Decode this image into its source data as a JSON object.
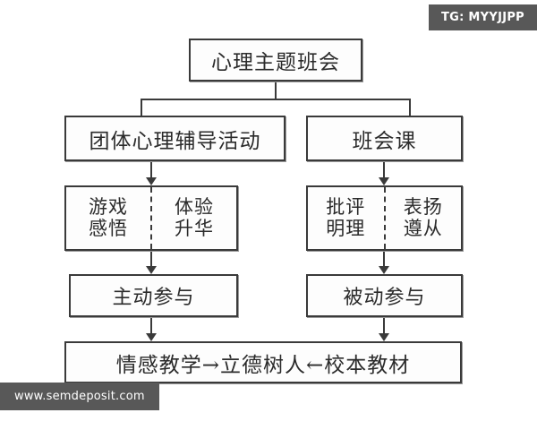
{
  "diagram": {
    "title_node": {
      "label": "心理主题班会"
    },
    "branches": [
      {
        "id": "group",
        "label": "团体心理辅导活动"
      },
      {
        "id": "class",
        "label": "班会课"
      }
    ],
    "split_nodes": [
      {
        "id": "split-left",
        "left_line1": "游戏",
        "left_line2": "感悟",
        "right_line1": "体验",
        "right_line2": "升华"
      },
      {
        "id": "split-right",
        "left_line1": "批评",
        "left_line2": "明理",
        "right_line1": "表扬",
        "right_line2": "遵从"
      }
    ],
    "outcomes": [
      {
        "id": "active",
        "label": "主动参与"
      },
      {
        "id": "passive",
        "label": "被动参与"
      }
    ],
    "conclusion": {
      "label": "情感教学→立德树人←校本教材"
    }
  },
  "watermarks": {
    "telegram": "TG: MYYJJPP",
    "website": "www.semdeposit.com"
  },
  "colors": {
    "stroke": "#3a3a3a",
    "text": "#2b2b2b",
    "box_fill": "#fdfdfd",
    "page_background": "#ffffff",
    "watermark_background": "#585858",
    "watermark_text": "#ffffff"
  }
}
